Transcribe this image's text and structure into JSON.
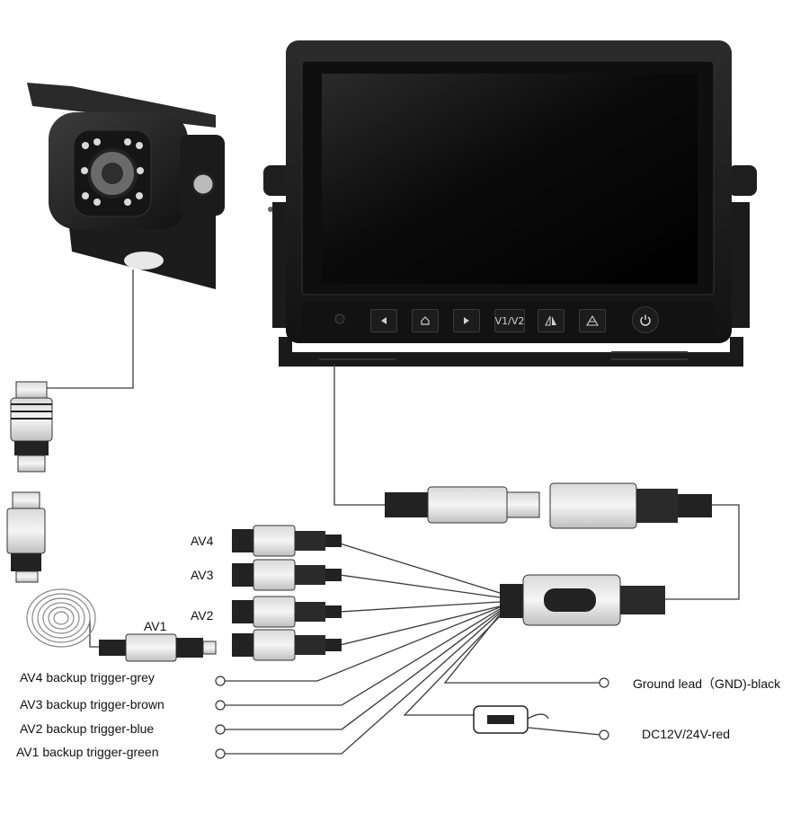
{
  "monitor": {
    "buttons": [
      {
        "name": "prev-button",
        "icon": "triangle-left-icon",
        "text": ""
      },
      {
        "name": "home-button",
        "icon": "home-icon",
        "text": ""
      },
      {
        "name": "next-button",
        "icon": "triangle-right-icon",
        "text": ""
      },
      {
        "name": "v1-v2-button",
        "icon": "",
        "text": "V1/V2"
      },
      {
        "name": "mirror-button",
        "icon": "mirror-flip-icon",
        "text": ""
      },
      {
        "name": "flip-button",
        "icon": "flip-vertical-icon",
        "text": ""
      },
      {
        "name": "power-button",
        "icon": "power-icon",
        "text": ""
      }
    ]
  },
  "av_labels": {
    "av4": "AV4",
    "av3": "AV3",
    "av2": "AV2",
    "av1": "AV1"
  },
  "triggers": [
    "AV4 backup trigger-grey",
    "AV3 backup trigger-brown",
    "AV2 backup trigger-blue",
    "AV1 backup trigger-green"
  ],
  "power_leads": {
    "ground": "Ground lead（GND)-black",
    "dc": "DC12V/24V-red"
  },
  "colors": {
    "monitor_body": "#161616",
    "screen": "#050505",
    "wire": "#3a3a3a",
    "connector": "#2a2a2a"
  }
}
